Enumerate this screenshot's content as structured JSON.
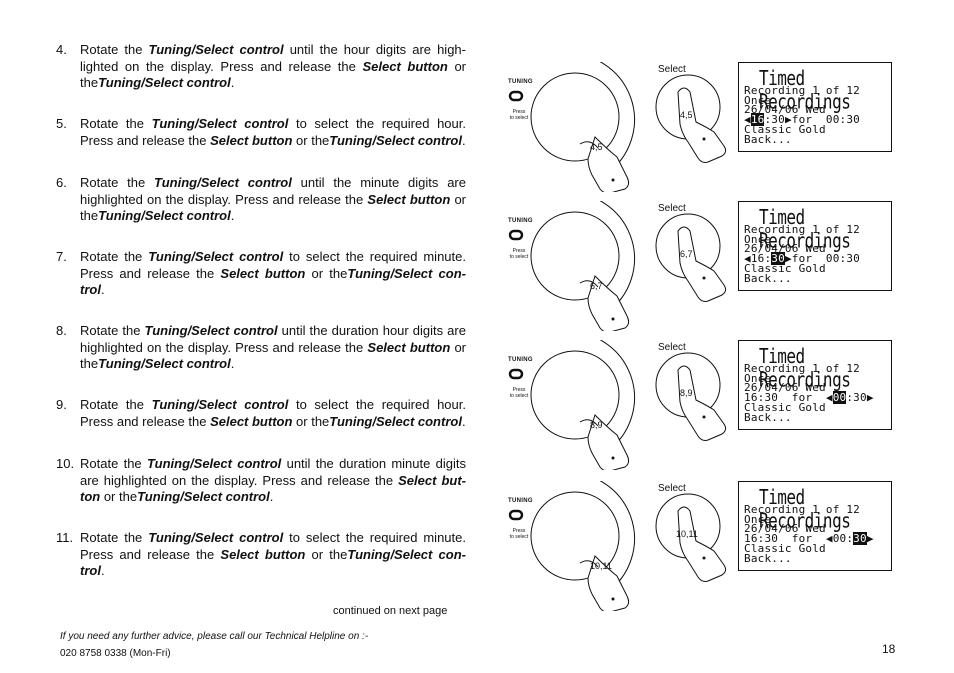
{
  "steps": [
    {
      "num": "4.",
      "parts": [
        [
          "Rotate the ",
          0
        ],
        [
          "Tuning/Select control",
          1
        ],
        [
          " until the hour digits are high-lighted on the display.  Press and release the ",
          0
        ],
        [
          "Select button",
          1
        ],
        [
          " or the",
          0
        ],
        [
          "Tuning/Select control",
          1
        ],
        [
          ".",
          0
        ]
      ]
    },
    {
      "num": "5.",
      "parts": [
        [
          "Rotate the ",
          0
        ],
        [
          "Tuning/Select control",
          1
        ],
        [
          " to select the required hour. Press and release the ",
          0
        ],
        [
          "Select button",
          1
        ],
        [
          " or the",
          0
        ],
        [
          "Tuning/Select control",
          1
        ],
        [
          ".",
          0
        ]
      ]
    },
    {
      "num": "6.",
      "parts": [
        [
          "Rotate the ",
          0
        ],
        [
          "Tuning/Select control",
          1
        ],
        [
          " until the minute digits are highlighted on the display.  Press and release the ",
          0
        ],
        [
          "Select button",
          1
        ],
        [
          " or the",
          0
        ],
        [
          "Tuning/Select control",
          1
        ],
        [
          ".",
          0
        ]
      ]
    },
    {
      "num": "7.",
      "parts": [
        [
          "Rotate the ",
          0
        ],
        [
          "Tuning/Select control",
          1
        ],
        [
          " to select the required minute. Press and release the ",
          0
        ],
        [
          "Select button",
          1
        ],
        [
          " or the",
          0
        ],
        [
          "Tuning/Select con-trol",
          1
        ],
        [
          ".",
          0
        ]
      ]
    },
    {
      "num": "8.",
      "parts": [
        [
          "Rotate the ",
          0
        ],
        [
          "Tuning/Select control",
          1
        ],
        [
          " until the duration hour digits are highlighted on the display.  Press and release the ",
          0
        ],
        [
          "Select button",
          1
        ],
        [
          " or the",
          0
        ],
        [
          "Tuning/Select control",
          1
        ],
        [
          ".",
          0
        ]
      ]
    },
    {
      "num": "9.",
      "parts": [
        [
          "Rotate the ",
          0
        ],
        [
          "Tuning/Select control",
          1
        ],
        [
          " to select the required hour. Press and release the ",
          0
        ],
        [
          "Select button",
          1
        ],
        [
          " or the",
          0
        ],
        [
          "Tuning/Select control",
          1
        ],
        [
          ".",
          0
        ]
      ]
    },
    {
      "num": "10.",
      "parts": [
        [
          "Rotate the ",
          0
        ],
        [
          "Tuning/Select control",
          1
        ],
        [
          " until the duration minute digits are highlighted on the display.  Press and release the ",
          0
        ],
        [
          "Select but-ton",
          1
        ],
        [
          " or the",
          0
        ],
        [
          "Tuning/Select control",
          1
        ],
        [
          ".",
          0
        ]
      ]
    },
    {
      "num": "11.",
      "parts": [
        [
          "Rotate the ",
          0
        ],
        [
          "Tuning/Select control",
          1
        ],
        [
          " to select the required minute. Press and release the ",
          0
        ],
        [
          "Select button",
          1
        ],
        [
          " or the",
          0
        ],
        [
          "Tuning/Select con-trol",
          1
        ],
        [
          ".",
          0
        ]
      ]
    }
  ],
  "continued": "continued on next page",
  "footer": {
    "advice": "If you need any further advice, please call our Technical Helpline on :-",
    "phone": "020 8758 0338 (Mon-Fri)"
  },
  "page_number": "18",
  "device": {
    "tuning_label": "TUNING",
    "press_label_1": "Press",
    "press_label_2": "to select",
    "select_label": "Select"
  },
  "figures": [
    {
      "dial_step": "4,5",
      "select_step": "4,5",
      "lcd": {
        "title": "Timed Recordings",
        "line1": "Recording 1 of 12",
        "line2": "Once",
        "line3": "26/04/06 Wed",
        "line4": [
          [
            "◀",
            0
          ],
          [
            "16",
            1
          ],
          [
            ":30▶for  00:30",
            0
          ]
        ],
        "line5": "Classic Gold",
        "line6": "Back..."
      }
    },
    {
      "dial_step": "6,7",
      "select_step": "6,7",
      "lcd": {
        "title": "Timed Recordings",
        "line1": "Recording 1 of 12",
        "line2": "Once",
        "line3": "26/04/06 Wed",
        "line4": [
          [
            "◀16:",
            0
          ],
          [
            "30",
            1
          ],
          [
            "▶for  00:30",
            0
          ]
        ],
        "line5": "Classic Gold",
        "line6": "Back..."
      }
    },
    {
      "dial_step": "8,9",
      "select_step": "8,9",
      "lcd": {
        "title": "Timed Recordings",
        "line1": "Recording 1 of 12",
        "line2": "Once",
        "line3": "26/04/06 Wed",
        "line4": [
          [
            "16:30  for  ◀",
            0
          ],
          [
            "00",
            1
          ],
          [
            ":30▶",
            0
          ]
        ],
        "line5": "Classic Gold",
        "line6": "Back..."
      }
    },
    {
      "dial_step": "10,11",
      "select_step": "10,11",
      "lcd": {
        "title": "Timed Recordings",
        "line1": "Recording 1 of 12",
        "line2": "Once",
        "line3": "26/04/06 Wed",
        "line4": [
          [
            "16:30  for  ◀00:",
            0
          ],
          [
            "30",
            1
          ],
          [
            "▶",
            0
          ]
        ],
        "line5": "Classic Gold",
        "line6": "Back..."
      }
    }
  ]
}
